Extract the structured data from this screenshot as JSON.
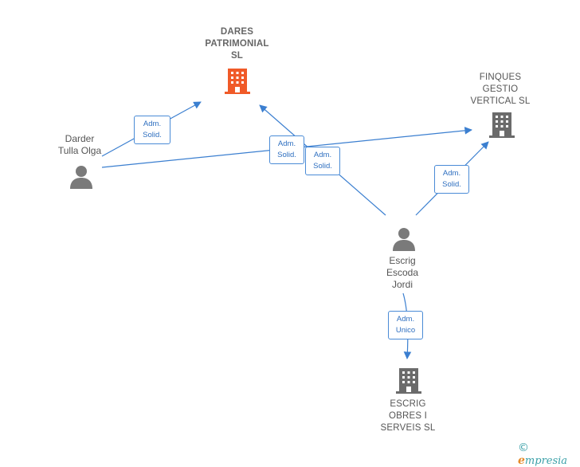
{
  "colors": {
    "edge": "#3b7fd0",
    "highlight_company": "#f05a28",
    "company": "#6b6b6b",
    "person": "#7a7a7a"
  },
  "nodes": {
    "dares": {
      "label": "DARES\nPATRIMONIAL\nSL",
      "icon": "building-icon"
    },
    "finques": {
      "label": "FINQUES\nGESTIO\nVERTICAL  SL",
      "icon": "building-icon"
    },
    "escrig_obres": {
      "label": "ESCRIG\nOBRES I\nSERVEIS SL",
      "icon": "building-icon"
    },
    "darder": {
      "label": "Darder\nTulla Olga",
      "icon": "person-icon"
    },
    "escrig": {
      "label": "Escrig\nEscoda\nJordi",
      "icon": "person-icon"
    }
  },
  "edges": [
    {
      "from": "darder",
      "to": "dares",
      "label": "Adm.\nSolid."
    },
    {
      "from": "darder",
      "to": "finques",
      "label": "Adm.\nSolid."
    },
    {
      "from": "escrig",
      "to": "dares",
      "label": "Adm.\nSolid."
    },
    {
      "from": "escrig",
      "to": "finques",
      "label": "Adm.\nSolid."
    },
    {
      "from": "escrig",
      "to": "escrig_obres",
      "label": "Adm.\nUnico"
    }
  ],
  "footer": {
    "copyright_symbol": "©",
    "brand_initial": "e",
    "brand_rest": "mpresia"
  }
}
